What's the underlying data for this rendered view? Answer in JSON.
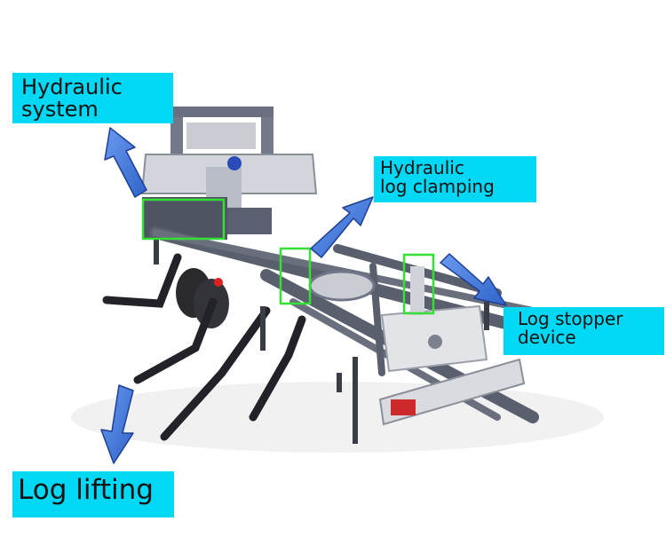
{
  "labels": {
    "hydraulic_system": "Hydraulic\nsystem",
    "hydraulic_log_clamping": "Hydraulic\nlog clamping",
    "log_stopper_device": "Log stopper\ndevice",
    "log_lifting": "Log lifting"
  },
  "colors": {
    "label_background": "#00d8f6",
    "arrow_fill": "#3a74d8",
    "highlight_box": "#35e035",
    "frame_gray": "#5a5f6e"
  },
  "image": {
    "subject": "sawmill-photo"
  }
}
